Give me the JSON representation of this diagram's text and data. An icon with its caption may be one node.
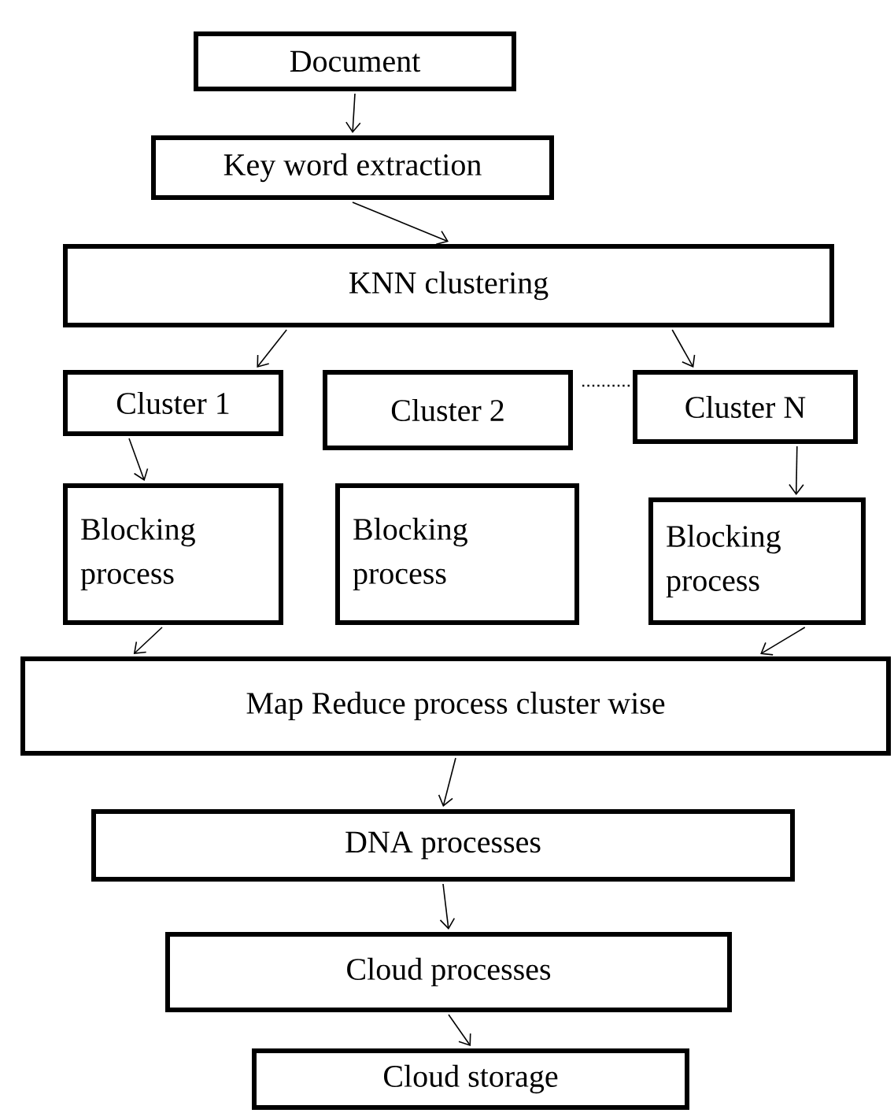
{
  "diagram": {
    "nodes": [
      {
        "text": [
          "Document"
        ]
      },
      {
        "text": [
          "Key word extraction"
        ]
      },
      {
        "text": [
          "KNN clustering"
        ]
      },
      {
        "text": [
          "Cluster 1"
        ]
      },
      {
        "text": [
          "Cluster 2"
        ]
      },
      {
        "text": [
          "Cluster N"
        ]
      },
      {
        "text": [
          "Blocking process"
        ]
      },
      {
        "text": [
          "Blocking process"
        ]
      },
      {
        "text": [
          "Blocking process"
        ]
      },
      {
        "text": [
          "Map Reduce process cluster wise"
        ]
      },
      {
        "text": [
          "DNA processes"
        ]
      },
      {
        "text": [
          "Cloud processes"
        ]
      },
      {
        "text": [
          "Cloud storage"
        ]
      }
    ],
    "edges": [
      {
        "from": 0,
        "to": 1,
        "arrow": "to"
      },
      {
        "from": 1,
        "to": 2,
        "arrow": "to"
      },
      {
        "from": 2,
        "to": 3,
        "arrow": "to"
      },
      {
        "from": 2,
        "to": 5,
        "arrow": "to"
      },
      {
        "from": 3,
        "to": 6,
        "arrow": "to"
      },
      {
        "from": 5,
        "to": 8,
        "arrow": "to"
      },
      {
        "from": 6,
        "to": 9,
        "arrow": "to"
      },
      {
        "from": 8,
        "to": 9,
        "arrow": "to"
      },
      {
        "from": 9,
        "to": 10,
        "arrow": "to"
      },
      {
        "from": 10,
        "to": 11,
        "arrow": "to"
      },
      {
        "from": 11,
        "to": 12,
        "arrow": "to"
      }
    ]
  }
}
